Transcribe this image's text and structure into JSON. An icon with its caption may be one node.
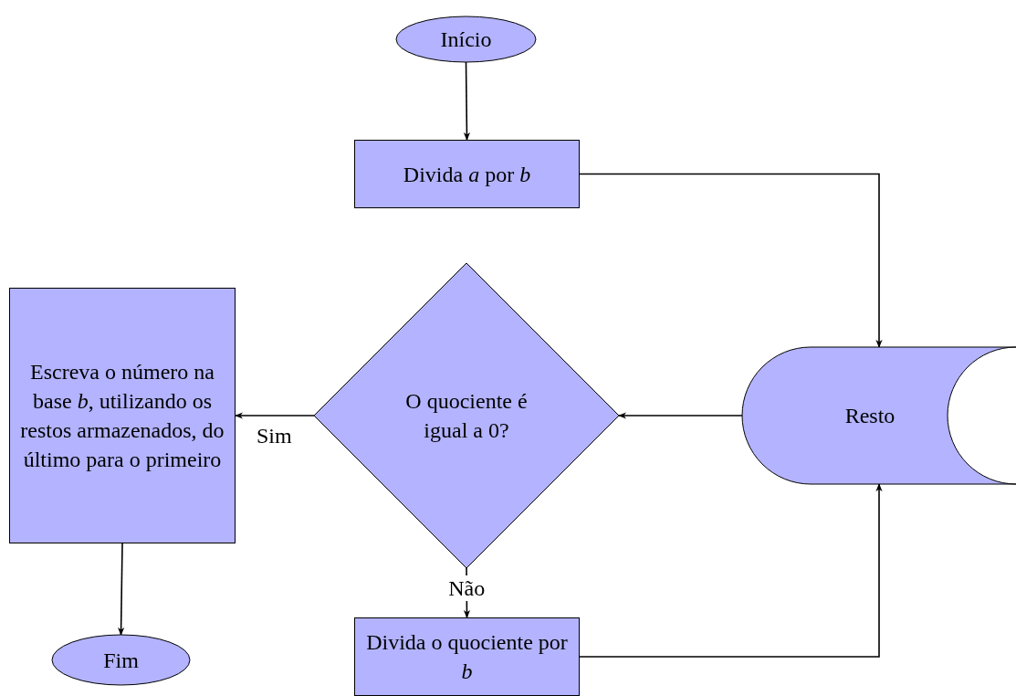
{
  "diagram": {
    "nodes": [
      {
        "text": [
          "Início"
        ]
      },
      {
        "text": [
          "Divida *a* por *b*"
        ]
      },
      {
        "text": [
          "Resto"
        ]
      },
      {
        "text": [
          "O quociente é igual a 0?"
        ]
      },
      {
        "text": [
          "Escreva o número na base *b*, utilizando os restos armazenados, do último para o primeiro"
        ]
      },
      {
        "text": [
          "Fim"
        ]
      },
      {
        "text": [
          "Divida o quociente por *b*"
        ]
      }
    ],
    "edges": [
      {
        "from": 0,
        "to": 1,
        "arrow": "to"
      },
      {
        "from": 1,
        "to": 2,
        "arrow": "to"
      },
      {
        "from": 2,
        "to": 3,
        "arrow": "to"
      },
      {
        "from": 3,
        "to": 4,
        "arrow": "to",
        "label": "Sim"
      },
      {
        "from": 4,
        "to": 5,
        "arrow": "to"
      },
      {
        "from": 3,
        "to": 6,
        "arrow": "to",
        "label": "Não"
      },
      {
        "from": 6,
        "to": 2,
        "arrow": "to"
      }
    ]
  }
}
